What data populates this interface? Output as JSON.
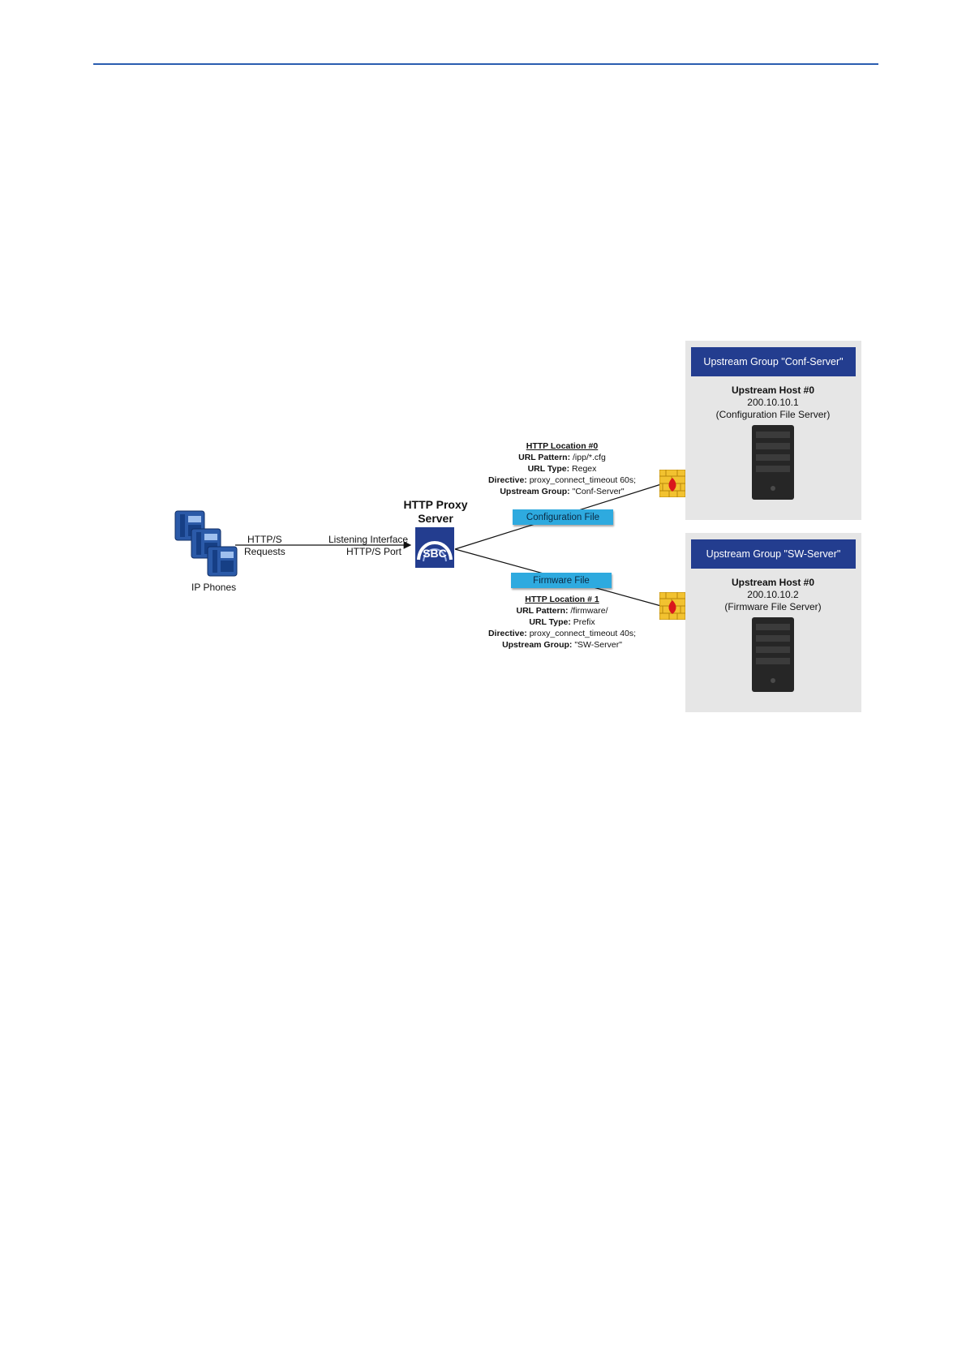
{
  "diagram": {
    "phones_label": "IP Phones",
    "requests_line1": "HTTP/S",
    "requests_line2": "Requests",
    "listening_line1": "Listening Interface",
    "listening_line2": "HTTP/S Port",
    "proxy_title_line1": "HTTP Proxy",
    "proxy_title_line2": "Server",
    "sbc_label": "SBC",
    "location0": {
      "title": "HTTP Location #0",
      "url_pattern_label": "URL Pattern:",
      "url_pattern_value": "/ipp/*.cfg",
      "url_type_label": "URL Type:",
      "url_type_value": "Regex",
      "directive_label": "Directive:",
      "directive_value": "proxy_connect_timeout 60s;",
      "upstream_group_label": "Upstream Group:",
      "upstream_group_value": "\"Conf-Server\""
    },
    "location1": {
      "title": "HTTP Location # 1",
      "url_pattern_label": "URL Pattern:",
      "url_pattern_value": "/firmware/",
      "url_type_label": "URL Type:",
      "url_type_value": "Prefix",
      "directive_label": "Directive:",
      "directive_value": "proxy_connect_timeout 40s;",
      "upstream_group_label": "Upstream Group:",
      "upstream_group_value": "\"SW-Server\""
    },
    "config_file_label": "Configuration File",
    "firmware_file_label": "Firmware File",
    "group_conf": {
      "header": "Upstream Group \"Conf-Server\"",
      "host_title": "Upstream Host #0",
      "host_ip": "200.10.10.1",
      "host_desc": "(Configuration File Server)"
    },
    "group_sw": {
      "header": "Upstream Group \"SW-Server\"",
      "host_title": "Upstream Host #0",
      "host_ip": "200.10.10.2",
      "host_desc": "(Firmware File Server)"
    },
    "colors": {
      "rule": "#2a5db0",
      "panel_header": "#233d8f",
      "panel_bg": "#e6e6e6",
      "file_label": "#2eaadf",
      "phone": "#2b5aa8",
      "firewall": "#f2c230"
    }
  }
}
